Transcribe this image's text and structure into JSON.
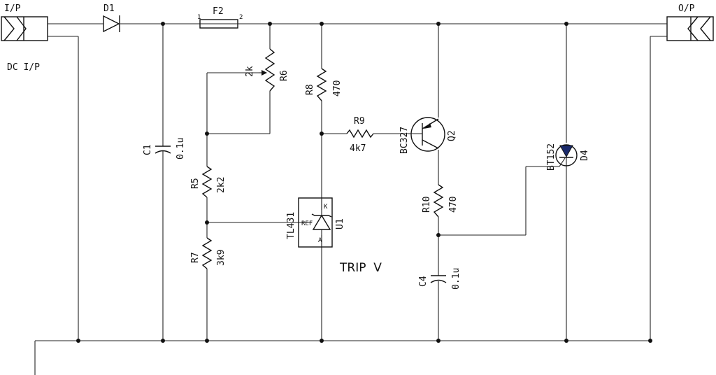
{
  "connectors": {
    "input": "I/P",
    "output": "O/P",
    "input_caption": "DC I/P"
  },
  "components": {
    "d1": {
      "ref": "D1"
    },
    "f2": {
      "ref": "F2",
      "pin1": "1",
      "pin2": "2"
    },
    "c1": {
      "ref": "C1",
      "value": "0.1u"
    },
    "r6": {
      "ref": "R6",
      "value": "2k"
    },
    "r5": {
      "ref": "R5",
      "value": "2k2"
    },
    "r7": {
      "ref": "R7",
      "value": "3k9"
    },
    "r8": {
      "ref": "R8",
      "value": "470"
    },
    "r9": {
      "ref": "R9",
      "value": "4k7"
    },
    "u1": {
      "ref": "U1",
      "part": "TL431",
      "pin_ref": "REF",
      "pin_k": "K",
      "pin_a": "A"
    },
    "q2": {
      "ref": "Q2",
      "part": "BC327"
    },
    "r10": {
      "ref": "R10",
      "value": "470"
    },
    "c4": {
      "ref": "C4",
      "value": "0.1u"
    },
    "d4": {
      "ref": "D4",
      "part": "BT152"
    }
  },
  "annotation": {
    "trip": "TRIP  V"
  },
  "colors": {
    "ink": "#111111",
    "scr_fill": "#1a2a6c"
  }
}
